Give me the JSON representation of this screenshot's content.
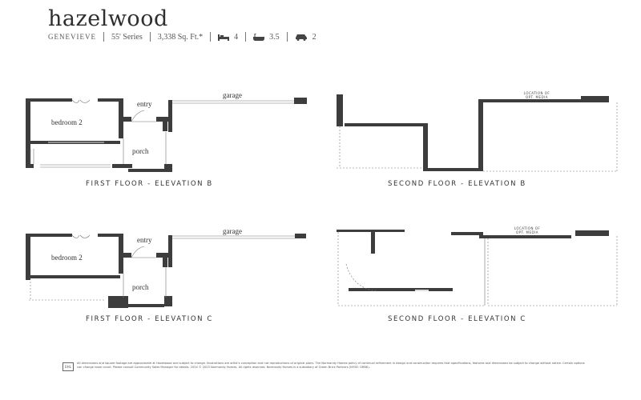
{
  "header": {
    "brand": "hazelwood",
    "model": "GENEVIEVE",
    "series": "55' Series",
    "sqft": "3,338 Sq. Ft.*",
    "beds": "4",
    "baths": "3.5",
    "garage": "2"
  },
  "icons": {
    "beds": "bed-icon",
    "baths": "bathtub-icon",
    "garage": "car-icon"
  },
  "plans": {
    "first_b": {
      "label": "FIRST FLOOR - ELEVATION B",
      "rooms": {
        "entry": "entry",
        "garage": "garage",
        "bedroom": "bedroom 2",
        "porch": "porch"
      }
    },
    "second_b": {
      "label": "SECOND FLOOR - ELEVATION B",
      "note_line1": "LOCATION OF",
      "note_line2": "OPT. MEDIA"
    },
    "first_c": {
      "label": "FIRST FLOOR - ELEVATION C",
      "rooms": {
        "entry": "entry",
        "garage": "garage",
        "bedroom": "bedroom 2",
        "porch": "porch"
      }
    },
    "second_c": {
      "label": "SECOND FLOOR - ELEVATION C",
      "note_line1": "LOCATION OF",
      "note_line2": "OPT. MEDIA"
    }
  },
  "footer": {
    "logo_text": "EHL",
    "disclaimer": "All dimensions and square footage are approximate at Hazelwood and subject to change. Illustrations are artist's conception and not reproductions of original plans. The Normandy Homes policy of continual refinement in design and construction requires that specifications, features and dimensions be subject to change without notice. Certain options can change room count. Please consult Community Sales Manager for details. 2024 © 2023 Normandy Homes. All rights reserved. Normandy Homes is a subsidiary of Green Brick Partners (NYSE: GRBK)."
  },
  "colors": {
    "wall": "#3d3d3d",
    "text": "#333333",
    "background": "#ffffff"
  }
}
